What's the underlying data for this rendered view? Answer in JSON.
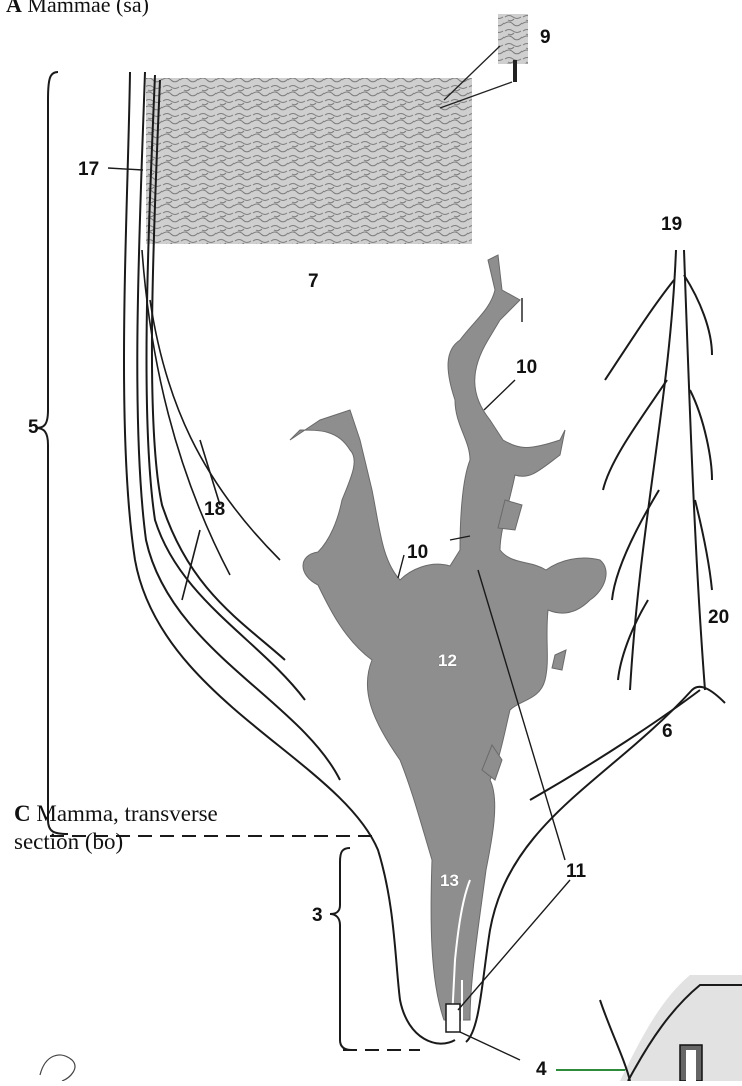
{
  "figure": {
    "caption_a": {
      "letter": "A",
      "text": "Mammae (sa)"
    },
    "caption_c": {
      "letter": "C",
      "line1": "Mamma, transverse",
      "line2": "section (bo)"
    },
    "labels": {
      "l3": "3",
      "l4": "4",
      "l5": "5",
      "l6": "6",
      "l7": "7",
      "l9": "9",
      "l10a": "10",
      "l10b": "10",
      "l11": "11",
      "l12": "12",
      "l13": "13",
      "l17": "17",
      "l18": "18",
      "l19": "19",
      "l20": "20"
    },
    "colors": {
      "gland": "#8e8e8e",
      "ink": "#1a1a1a",
      "fat_texture": "#9a9a9a",
      "leader_green": "#2e8b3a"
    }
  }
}
